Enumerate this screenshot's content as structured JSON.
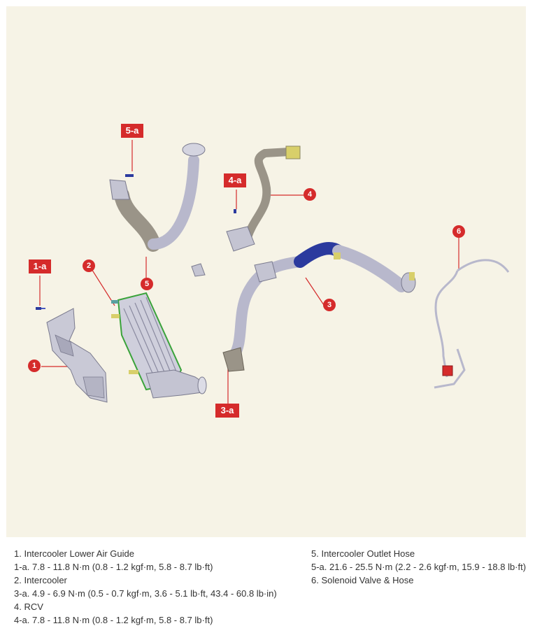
{
  "callouts": {
    "c1": "1",
    "c1a": "1-a",
    "c2": "2",
    "c3": "3",
    "c3a": "3-a",
    "c4": "4",
    "c4a": "4-a",
    "c5": "5",
    "c5a": "5-a",
    "c6": "6"
  },
  "legend": {
    "left": [
      "1. Intercooler Lower Air Guide",
      "1-a. 7.8 - 11.8 N·m (0.8 - 1.2 kgf·m, 5.8 - 8.7 lb·ft)",
      "2. Intercooler",
      "3-a. 4.9 - 6.9 N·m (0.5 - 0.7 kgf·m, 3.6 - 5.1 lb·ft, 43.4 - 60.8 lb·in)",
      "4. RCV",
      "4-a. 7.8 - 11.8 N·m (0.8 - 1.2 kgf·m, 5.8 - 8.7 lb·ft)"
    ],
    "right": [
      "5. Intercooler Outlet Hose",
      "5-a. 21.6 - 25.5 N·m (2.2 - 2.6 kgf·m, 15.9 - 18.8 lb·ft)",
      "6. Solenoid Valve & Hose"
    ]
  },
  "colors": {
    "background": "#f6f3e6",
    "callout": "#d52b2b",
    "hose_metal": "#b8b8cc",
    "hose_rubber": "#9a9488",
    "hose_blue": "#2b3a9e",
    "intercooler_frame": "#3aa33a",
    "fitting_yellow": "#d8cf6a"
  }
}
